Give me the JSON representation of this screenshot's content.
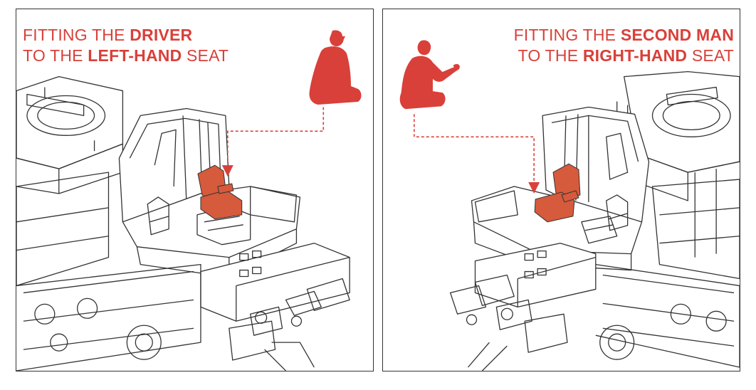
{
  "colors": {
    "accent": "#d9403a",
    "line": "#333333"
  },
  "left_panel": {
    "line1_prefix": "FITTING THE ",
    "line1_bold": "DRIVER",
    "line2_prefix": "TO THE ",
    "line2_bold": "LEFT-HAND",
    "line2_suffix": " SEAT"
  },
  "right_panel": {
    "line1_prefix": "FITTING THE ",
    "line1_bold": "SECOND MAN",
    "line2_prefix": "TO THE ",
    "line2_bold": "RIGHT-HAND",
    "line2_suffix": " SEAT"
  }
}
